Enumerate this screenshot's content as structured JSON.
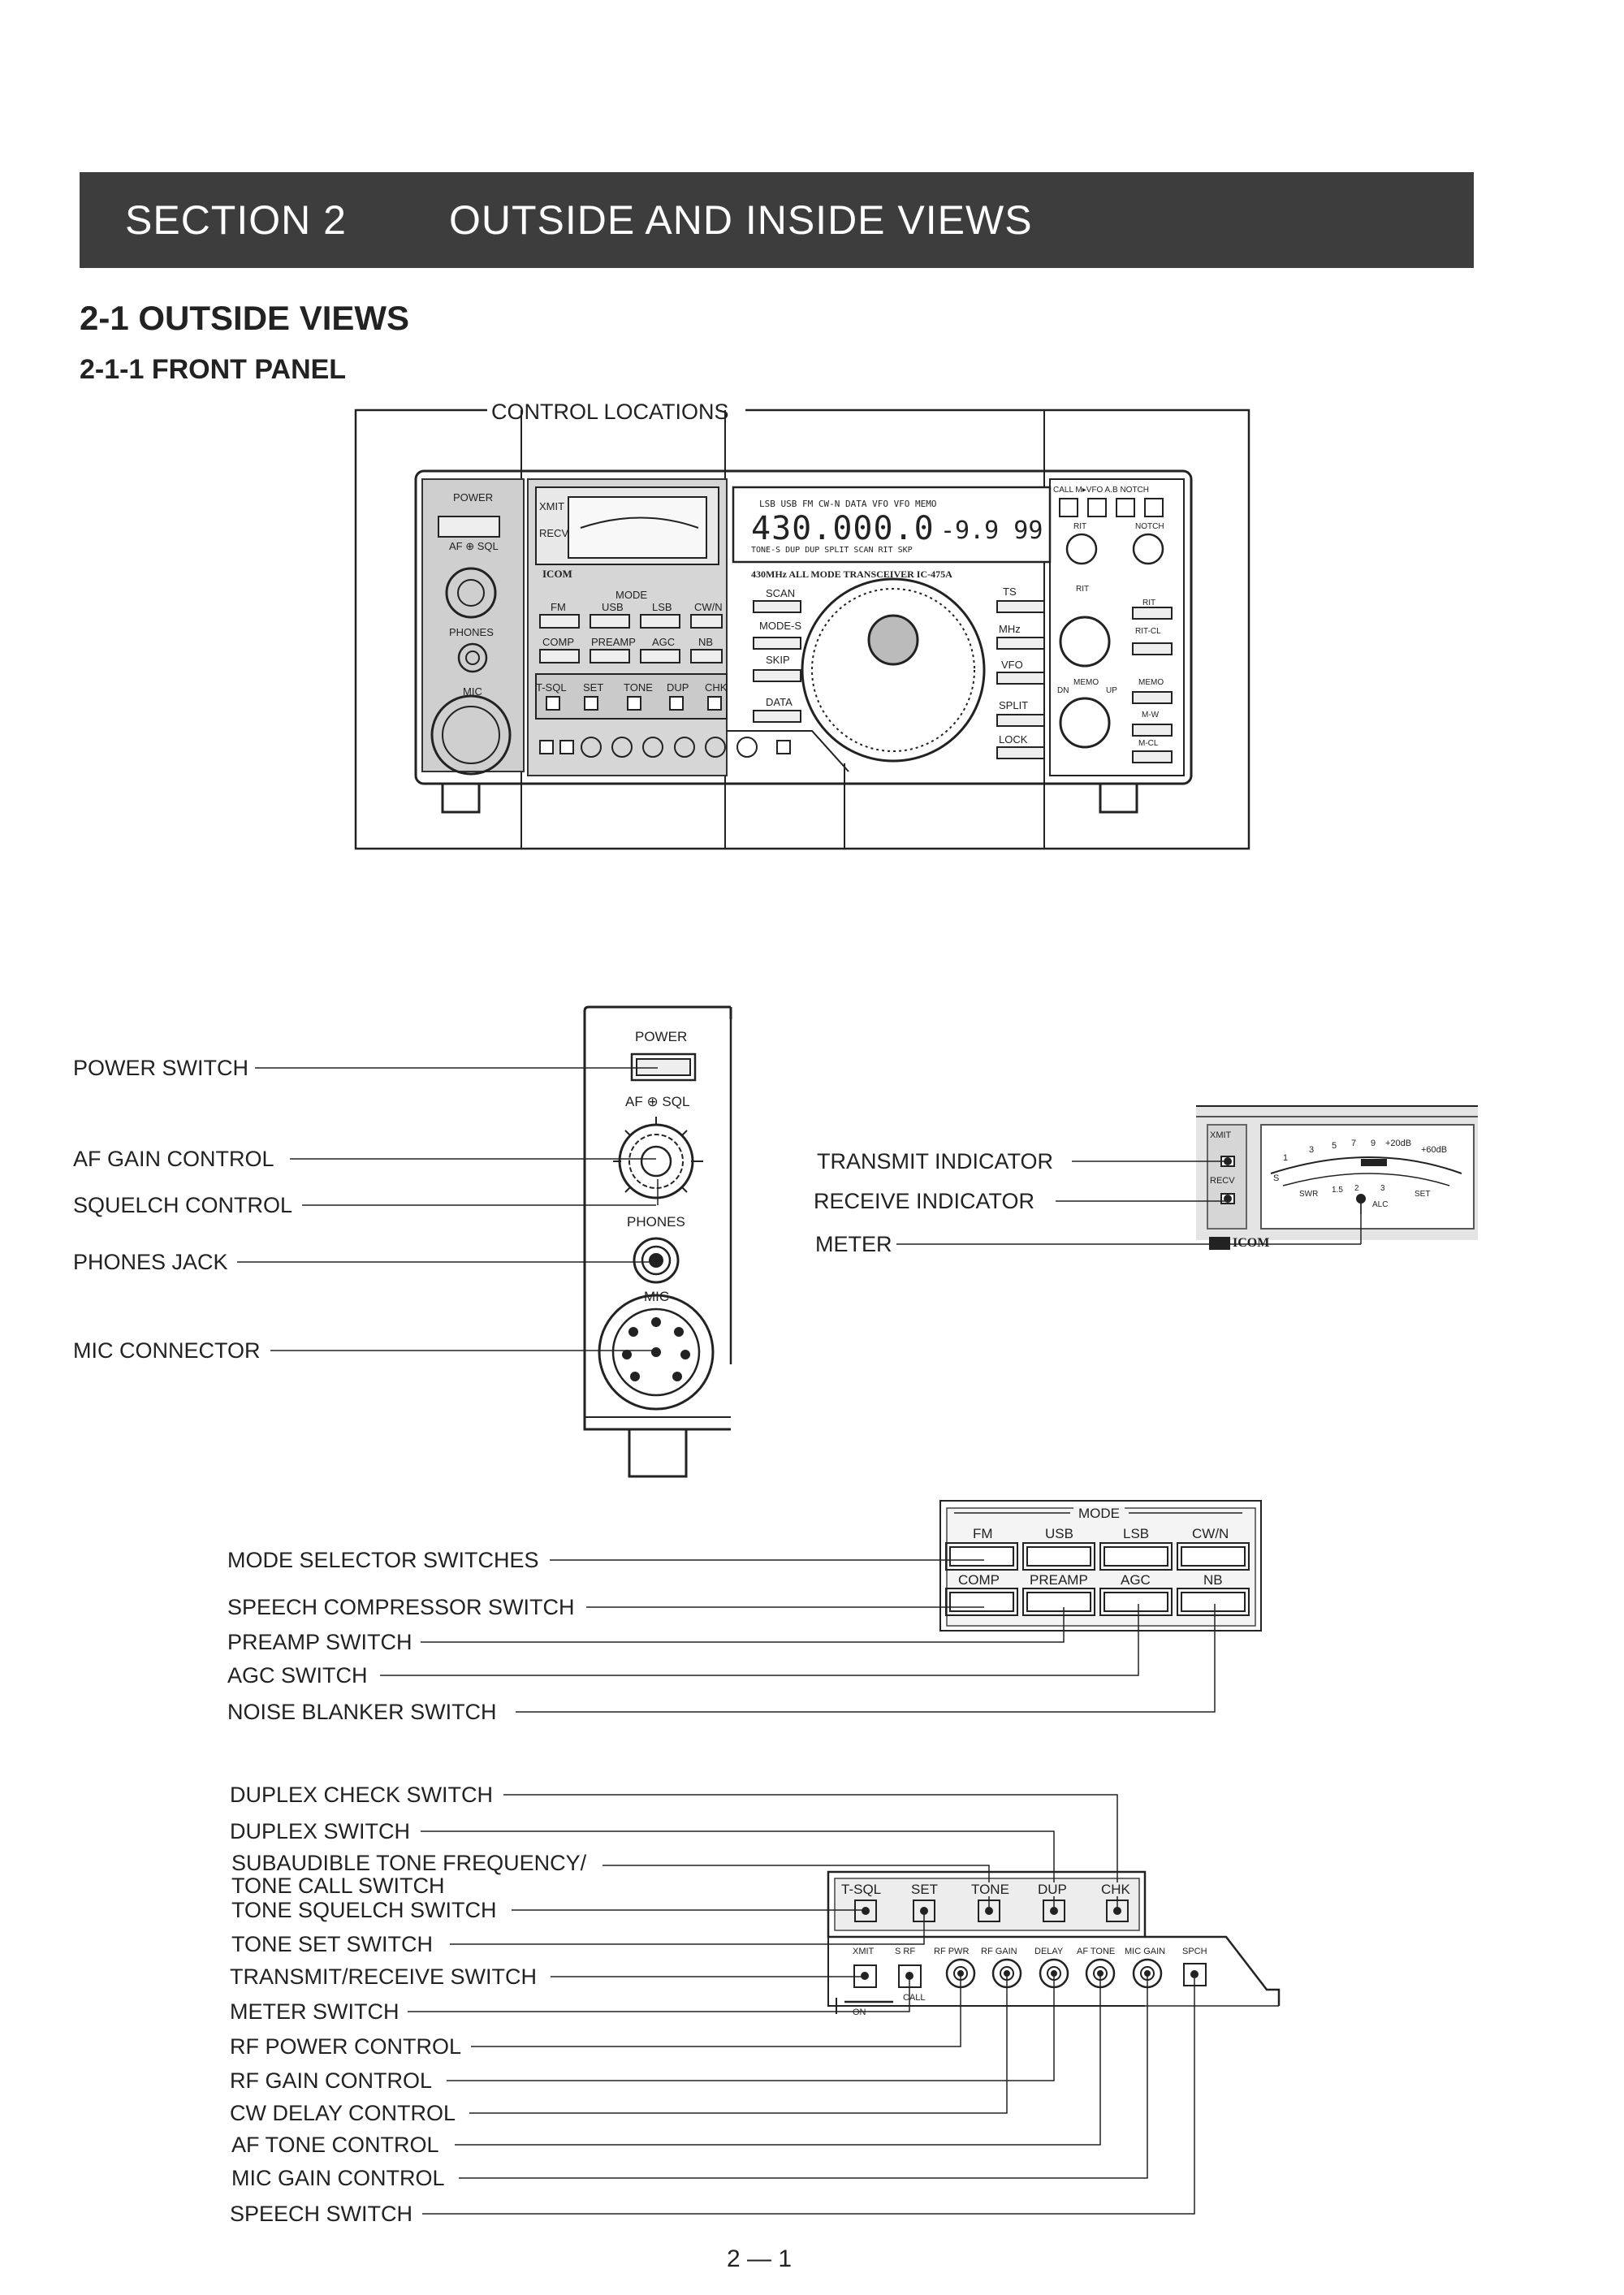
{
  "section": {
    "number": "SECTION 2",
    "title": "OUTSIDE AND INSIDE VIEWS"
  },
  "heading1": "2-1 OUTSIDE VIEWS",
  "heading2": "2-1-1 FRONT PANEL",
  "control_locations": "CONTROL LOCATIONS",
  "radio": {
    "power": "POWER",
    "af_sql": "AF ⊕ SQL",
    "phones": "PHONES",
    "mic": "MIC",
    "xmit": "XMIT",
    "recv": "RECV",
    "brand": "ICOM",
    "mode_header": "MODE",
    "mode_row1": [
      "FM",
      "USB",
      "LSB",
      "CW/N"
    ],
    "mode_row2": [
      "COMP",
      "PREAMP",
      "AGC",
      "NB"
    ],
    "tone_row": [
      "T-SQL",
      "SET",
      "TONE",
      "DUP",
      "CHK"
    ],
    "knob_row": [
      "XMIT",
      "S RF",
      "RF PWR",
      "RF GAIN",
      "DELAY",
      "AF TONE",
      "MIC GAIN",
      "SPCH"
    ],
    "lcd_top": "LSB USB FM CW-N   DATA   VFO VFO MEMO",
    "lcd_freq": "430.000.0",
    "lcd_offset": "-9.9 99",
    "lcd_bottom": "TONE-S  DUP  DUP  SPLIT  SCAN  RIT  SKP",
    "model": "430MHz ALL MODE TRANSCEIVER IC-475A",
    "left_keys": [
      "SCAN",
      "MODE-S",
      "SKIP",
      "DATA"
    ],
    "right_keys": [
      "TS",
      "MHz",
      "VFO",
      "SPLIT",
      "LOCK"
    ],
    "top_right": "CALL M▸VFO A.B NOTCH",
    "rit_labels": [
      "RIT",
      "NOTCH",
      "RIT",
      "RIT",
      "RIT-CL",
      "MEMO",
      "MEMO",
      "DN",
      "UP",
      "M-W",
      "M-CL"
    ],
    "on": "ON",
    "call": "CALL"
  },
  "meter_scale": [
    "1",
    "3",
    "5",
    "7",
    "9",
    "+20dB",
    "+60dB"
  ],
  "meter_low": [
    "S",
    "SWR",
    "1.5",
    "2",
    "3",
    "ALC",
    "SET"
  ],
  "callouts_left": [
    "POWER SWITCH",
    "AF GAIN CONTROL",
    "SQUELCH CONTROL",
    "PHONES JACK",
    "MIC CONNECTOR"
  ],
  "callouts_meter": [
    "TRANSMIT INDICATOR",
    "RECEIVE INDICATOR",
    "METER"
  ],
  "callouts_mode": [
    "MODE SELECTOR SWITCHES",
    "SPEECH COMPRESSOR SWITCH",
    "PREAMP SWITCH",
    "AGC SWITCH",
    "NOISE BLANKER SWITCH"
  ],
  "callouts_bottom": [
    "DUPLEX CHECK SWITCH",
    "DUPLEX SWITCH",
    "SUBAUDIBLE TONE FREQUENCY/",
    "TONE CALL SWITCH",
    "TONE SQUELCH SWITCH",
    "TONE SET SWITCH",
    "TRANSMIT/RECEIVE SWITCH",
    "METER SWITCH",
    "RF POWER CONTROL",
    "RF GAIN CONTROL",
    "CW DELAY CONTROL",
    "AF TONE CONTROL",
    "MIC GAIN CONTROL",
    "SPEECH SWITCH"
  ],
  "page_number": "2 — 1"
}
